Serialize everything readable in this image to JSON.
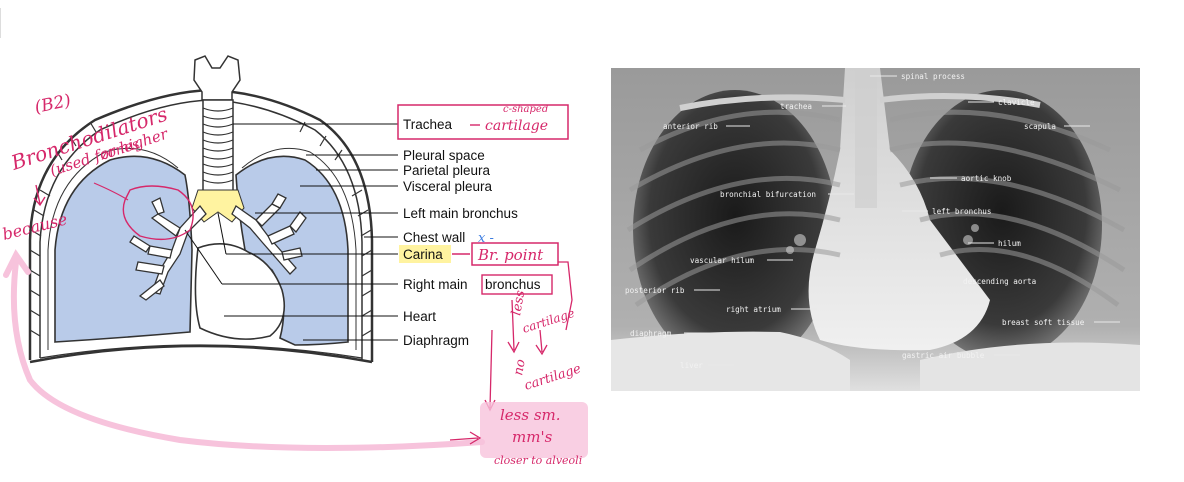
{
  "diagram": {
    "labels": {
      "trachea": "Trachea",
      "pleural_space": "Pleural space",
      "parietal_pleura": "Parietal pleura",
      "visceral_pleura": "Visceral pleura",
      "left_main_bronchus": "Left main bronchus",
      "chest_wall": "Chest wall",
      "carina": "Carina",
      "right_main_bronchus_prefix": "Right main",
      "right_main_bronchus_word": "bronchus",
      "heart": "Heart",
      "diaphragm": "Diaphragm"
    },
    "colors": {
      "lung_fill": "#b9cbe9",
      "carina_highlight": "#fff3a0",
      "ink": "#d6286a",
      "highlighter": "#f7c3dc"
    }
  },
  "annotations": {
    "b2": "(B2)",
    "bronchodilators": "Bronchodilators",
    "used_for_1": "(used for higher",
    "used_for_2": "zones",
    "because": "because",
    "c_shaped_1": "c-shaped",
    "c_shaped_2": "cartilage",
    "chest_wall_mark": "x -",
    "br_point": "Br. point",
    "less_cartilage_1": "less",
    "less_cartilage_2": "cartilage",
    "no_cartilage_1": "no",
    "no_cartilage_2": "cartilage",
    "less_sm_1": "less sm.",
    "less_sm_2": "mm's",
    "closer_to_alveoli": "closer to alveoli"
  },
  "xray": {
    "labels": {
      "spinal_process": "spinal process",
      "trachea": "trachea",
      "clavicle": "clavicle",
      "anterior_rib": "anterior rib",
      "scapula": "scapula",
      "aortic_knob": "aortic knob",
      "bronchial_bifurcation": "bronchial bifurcation",
      "left_bronchus": "left bronchus",
      "hilum": "hilum",
      "vascular_hilum": "vascular hilum",
      "descending_aorta": "descending aorta",
      "posterior_rib": "posterior rib",
      "right_atrium": "right atrium",
      "breast_soft_tissue": "breast soft tissue",
      "diaphragm": "diaphragm",
      "gastric_air_bubble": "gastric air bubble",
      "liver": "liver"
    }
  }
}
